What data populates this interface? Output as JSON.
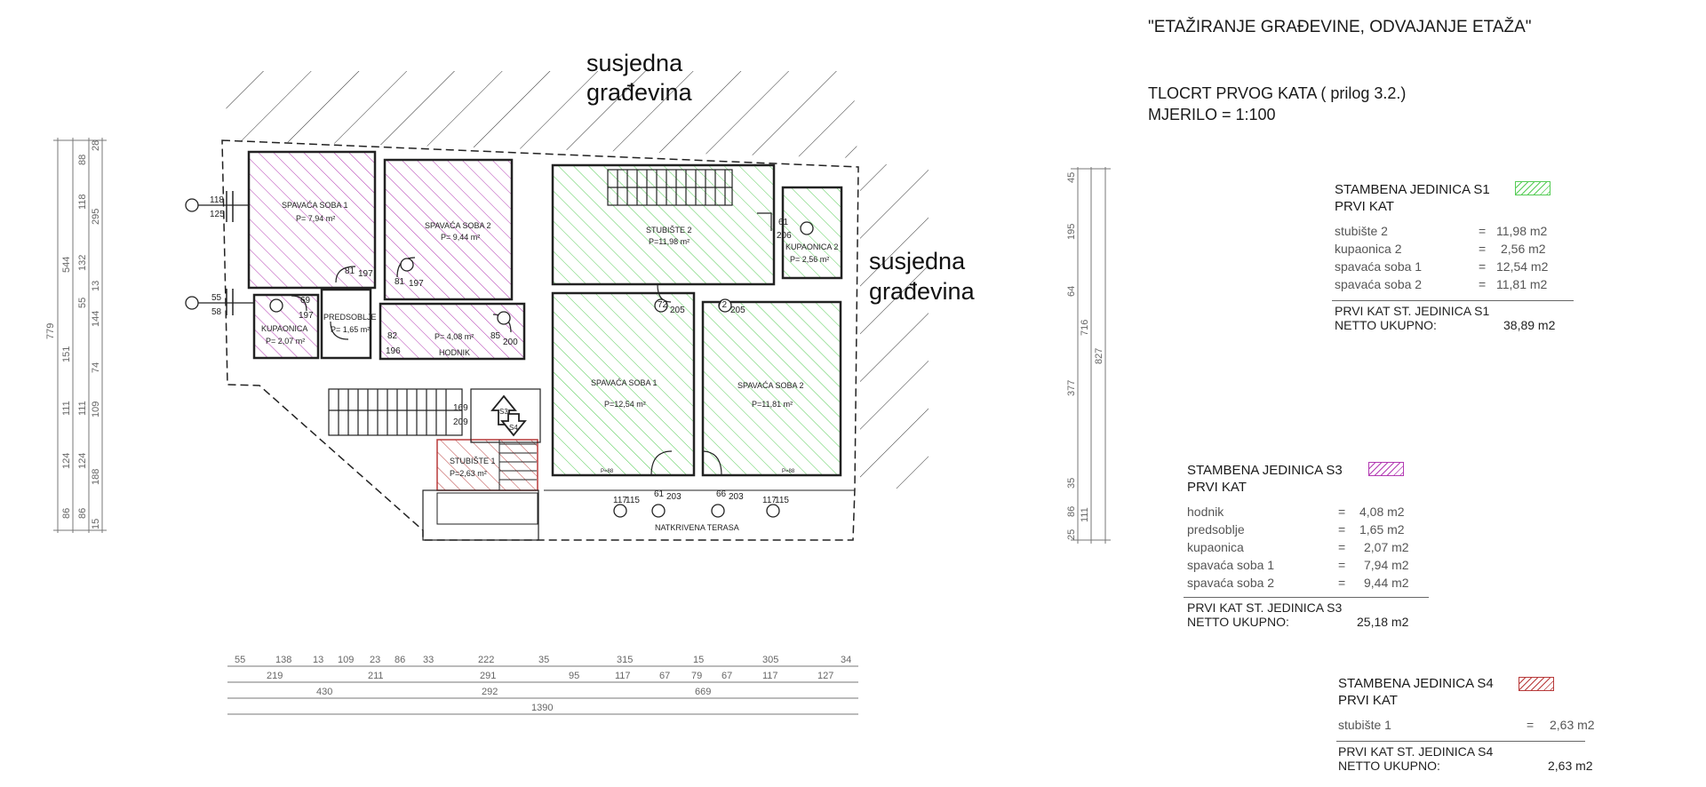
{
  "header": {
    "title": "\"ETAŽIRANJE GRAĐEVINE, ODVAJANJE ETAŽA\"",
    "plan_title": "TLOCRT PRVOG KATA ( prilog 3.2.)",
    "scale": "MJERILO = 1:100"
  },
  "neighbors": {
    "line1": "susjedna",
    "line2": "građevina"
  },
  "colors": {
    "s1": "#55cc55",
    "s3": "#b33bb3",
    "s4": "#b83a3a"
  },
  "rooms": {
    "spavaca_soba_1_s3": {
      "name": "SPAVAĆA SOBA 1",
      "area": "P= 7,94 m²"
    },
    "spavaca_soba_2_s3": {
      "name": "SPAVAĆA SOBA 2",
      "area": "P= 9,44 m²"
    },
    "kupaonica_s3": {
      "name": "KUPAONICA",
      "area": "P= 2,07 m²"
    },
    "predsoblje": {
      "name": "PREDSOBLJE",
      "area": "P= 1,65 m²"
    },
    "hodnik": {
      "name": "HODNIK",
      "area": "P= 4,08 m²"
    },
    "stubiste_2": {
      "name": "STUBIŠTE 2",
      "area": "P=11,98 m²"
    },
    "kupaonica_2": {
      "name": "KUPAONICA 2",
      "area": "P= 2,56 m²"
    },
    "spavaca_soba_1_s1": {
      "name": "SPAVAĆA SOBA 1",
      "area": "P=12,54 m²"
    },
    "spavaca_soba_2_s1": {
      "name": "SPAVAĆA SOBA 2",
      "area": "P=11,81 m²"
    },
    "stubiste_1": {
      "name": "STUBIŠTE 1",
      "area": "P=2,63 m²"
    },
    "terasa": {
      "name": "NATKRIVENA TERASA"
    }
  },
  "plan_marks": {
    "d118": "118",
    "d125": "125",
    "d55": "55",
    "d58": "58",
    "d69": "69",
    "d197a": "197",
    "d81a": "81",
    "d197b": "197",
    "d81b": "81",
    "d197c": "197",
    "d82": "82",
    "d196": "196",
    "d85": "85",
    "d200": "200",
    "d61": "61",
    "d206": "206",
    "d72a": "72",
    "d205a": "205",
    "d72b": "72",
    "d205b": "205",
    "d169": "169",
    "d209": "209",
    "d117a": "117",
    "d115a": "115",
    "d61b": "61",
    "d203a": "203",
    "d66": "66",
    "d203b": "203",
    "d117b": "117",
    "d115b": "115",
    "s3": "S3",
    "s4": "S4",
    "p_left": "P=88",
    "p_right": "P=88"
  },
  "dims_left": {
    "outer": "779",
    "mid": [
      "544",
      "151",
      "111",
      "124",
      "86"
    ],
    "inner": [
      "88",
      "118",
      "295",
      "132",
      "55",
      "13",
      "144",
      "74",
      "111",
      "109",
      "124",
      "188",
      "86",
      "15",
      "28"
    ]
  },
  "dims_right": {
    "outer": "827",
    "mid": "716",
    "inner": [
      "45",
      "195",
      "64",
      "377",
      "35",
      "86",
      "111",
      "25"
    ]
  },
  "dims_bottom": {
    "row1": [
      "55",
      "138",
      "13",
      "109",
      "23",
      "86",
      "33",
      "222",
      "35",
      "315",
      "15",
      "305",
      "34"
    ],
    "row2": [
      "219",
      "211",
      "291",
      "95",
      "117",
      "67",
      "79",
      "67",
      "117",
      "127"
    ],
    "row3": [
      "430",
      "292",
      "669"
    ],
    "row4": "1390"
  },
  "units": [
    {
      "title": "STAMBENA JEDINICA S1",
      "floor": "PRVI KAT",
      "rows": [
        {
          "name": "stubište 2",
          "eq": "=",
          "value": "11,98 m2"
        },
        {
          "name": "kupaonica 2",
          "eq": "=",
          "value": "2,56 m2"
        },
        {
          "name": "spavaća soba 1",
          "eq": "=",
          "value": "12,54 m2"
        },
        {
          "name": "spavaća soba 2",
          "eq": "=",
          "value": "11,81 m2"
        }
      ],
      "total_label_1": "PRVI KAT ST. JEDINICA S1",
      "total_label_2": "NETTO UKUPNO:",
      "total_value": "38,89 m2"
    },
    {
      "title": "STAMBENA JEDINICA S3",
      "floor": "PRVI KAT",
      "rows": [
        {
          "name": "hodnik",
          "eq": "=",
          "value": "4,08 m2"
        },
        {
          "name": "predsoblje",
          "eq": "=",
          "value": "1,65 m2"
        },
        {
          "name": "kupaonica",
          "eq": "=",
          "value": "2,07 m2"
        },
        {
          "name": "spavaća soba 1",
          "eq": "=",
          "value": "7,94 m2"
        },
        {
          "name": "spavaća soba 2",
          "eq": "=",
          "value": "9,44 m2"
        }
      ],
      "total_label_1": "PRVI KAT ST. JEDINICA S3",
      "total_label_2": "NETTO UKUPNO:",
      "total_value": "25,18 m2"
    },
    {
      "title": "STAMBENA JEDINICA S4",
      "floor": "PRVI KAT",
      "rows": [
        {
          "name": "stubište 1",
          "eq": "=",
          "value": "2,63 m2"
        }
      ],
      "total_label_1": "PRVI KAT ST. JEDINICA S4",
      "total_label_2": "NETTO UKUPNO:",
      "total_value": "2,63 m2"
    }
  ]
}
